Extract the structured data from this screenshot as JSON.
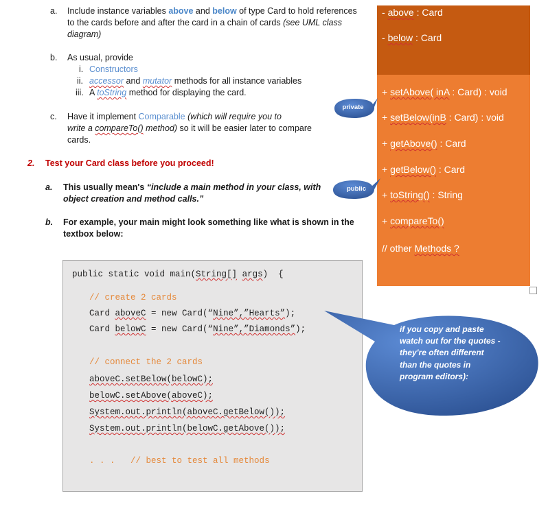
{
  "items": {
    "a": {
      "marker": "a.",
      "line1_pre": "Include instance variables ",
      "line1_above": "above",
      "line1_and": " and ",
      "line1_below": "below",
      "line1_post": " of type Card to hold references",
      "line2_pre": "to the cards before and after the card in a chain of cards ",
      "line2_ital": "(see UML class",
      "line3": "diagram)"
    },
    "b": {
      "marker": "b.",
      "line1": "As usual, provide",
      "sub": [
        {
          "marker": "i.",
          "text": "Constructors"
        },
        {
          "marker": "ii.",
          "w1": "accessor",
          "mid": " and ",
          "w2": "mutator",
          "post": " methods for all instance variables"
        },
        {
          "marker": "iii.",
          "pre": "A ",
          "w": "toString",
          "post": " method for displaying the card."
        }
      ]
    },
    "c": {
      "marker": "c.",
      "line1_pre": "Have it implement ",
      "line1_comp": "Comparable",
      "line1_ital": " (which will require you to",
      "line2_ital_pre": "write a ",
      "line2_w": "compareTo()",
      "line2_ital_post": "  method)",
      "line2_post": " so it will be easier later to compare",
      "line3": "cards."
    }
  },
  "section2": {
    "marker": "2.",
    "heading": "Test your Card class before you proceed!",
    "a": {
      "marker": "a.",
      "line1_pre": "This usually mean's ",
      "line1_ital": "“include a main method in your class, with",
      "line2_ital": "object creation and method calls.”"
    },
    "b": {
      "marker": "b.",
      "line1": "For example, your main might look something like what is shown in the",
      "line2": "textbox below:"
    }
  },
  "uml": {
    "attrs": [
      {
        "pre": "- ",
        "w": "above",
        "post": " : Card"
      },
      {
        "pre": "- ",
        "w": "below",
        "post": " : Card"
      }
    ],
    "methods": [
      {
        "pre": "+ ",
        "w": "setAbove( inA",
        "post": " : Card) : void"
      },
      {
        "pre": "+ ",
        "w": "setBelow(inB",
        "post": " : Card) : void"
      },
      {
        "pre": "+ ",
        "w": "getAbove()",
        "post": " : Card"
      },
      {
        "pre": "+ ",
        "w": "getBelow()",
        "post": " : Card"
      },
      {
        "pre": "+ ",
        "w": "toString()",
        "post": " : String"
      },
      {
        "pre": "+ ",
        "w": "compareTo()",
        "post": ""
      },
      {
        "pre": "// other ",
        "w": "Methods  ?",
        "post": ""
      }
    ]
  },
  "callouts": {
    "private": "private",
    "public": "public",
    "quotes": [
      "if you copy and paste",
      "watch out for the quotes -",
      "they're often different",
      "than the quotes in",
      "program editors):"
    ]
  },
  "code": {
    "l1_pre": "public static void main(",
    "l1_w1": "String[]",
    "l1_mid": " ",
    "l1_w2": "args",
    "l1_post": ")  {",
    "c1": "// create 2 cards",
    "l2_pre": "Card ",
    "l2_w1": "aboveC",
    "l2_mid": " = new Card(“",
    "l2_w2": "Nine”,”Hearts”",
    "l2_post": ");",
    "l3_pre": "Card ",
    "l3_w1": "belowC",
    "l3_mid": " = new Card(“",
    "l3_w2": "Nine”,”Diamonds”",
    "l3_post": ");",
    "c2": "// connect the 2 cards",
    "l4": "aboveC.setBelow(belowC);",
    "l5": "belowC.setAbove(aboveC);",
    "l6": "System.out.println(aboveC.getBelow());",
    "l7": "System.out.println(belowC.getAbove());",
    "l8_dots": ". . .",
    "l8_comment": "// best to test all methods"
  },
  "colors": {
    "uml_dark": "#c55a11",
    "uml_light": "#ed7d31",
    "callout_blue": "#4472c4",
    "heading_red": "#c00000",
    "keyword_blue": "#4a86c8",
    "comment_orange": "#e5893b"
  }
}
